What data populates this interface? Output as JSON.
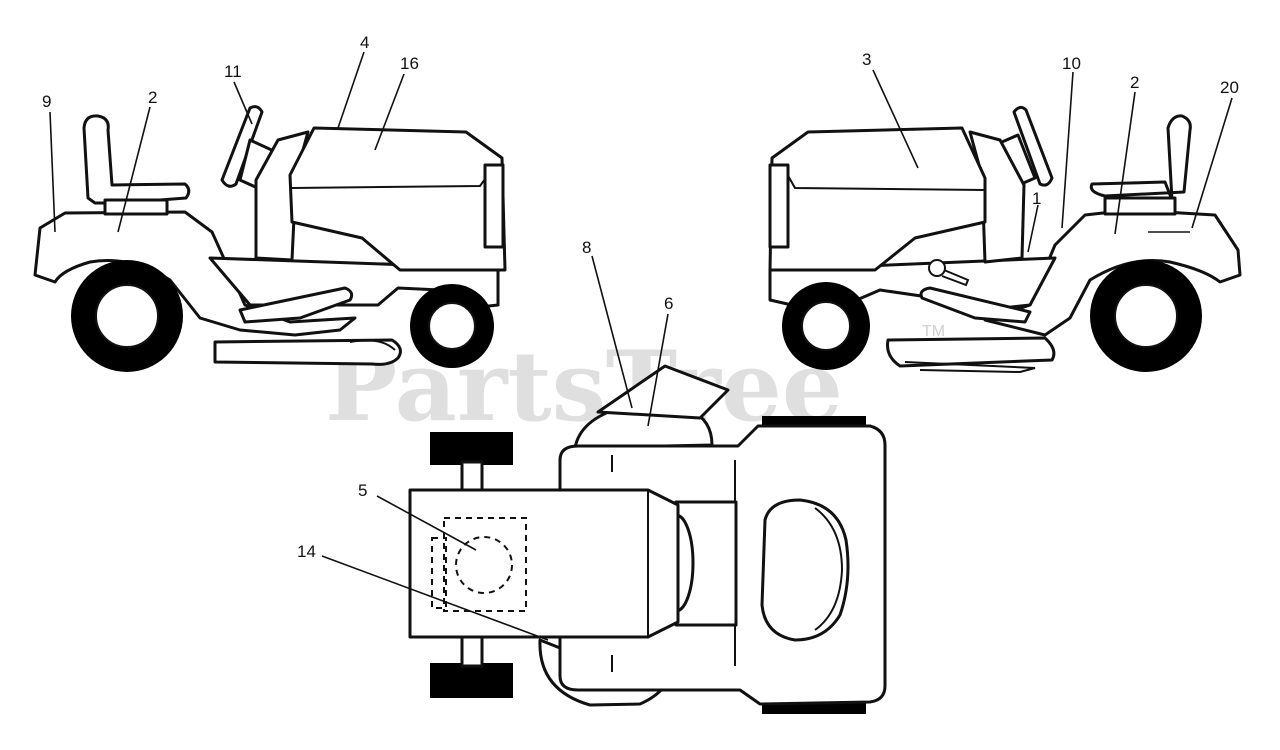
{
  "watermark": {
    "text": "PartsTree",
    "tm": "TM"
  },
  "callouts": {
    "c9": "9",
    "c2_left": "2",
    "c11": "11",
    "c4": "4",
    "c16": "16",
    "c3": "3",
    "c10": "10",
    "c2_right": "2",
    "c20": "20",
    "c1": "1",
    "c8": "8",
    "c6": "6",
    "c5": "5",
    "c14": "14"
  },
  "colors": {
    "line": "#111111",
    "tire": "#000000",
    "watermark": "#cfcfcf",
    "background": "#ffffff"
  }
}
